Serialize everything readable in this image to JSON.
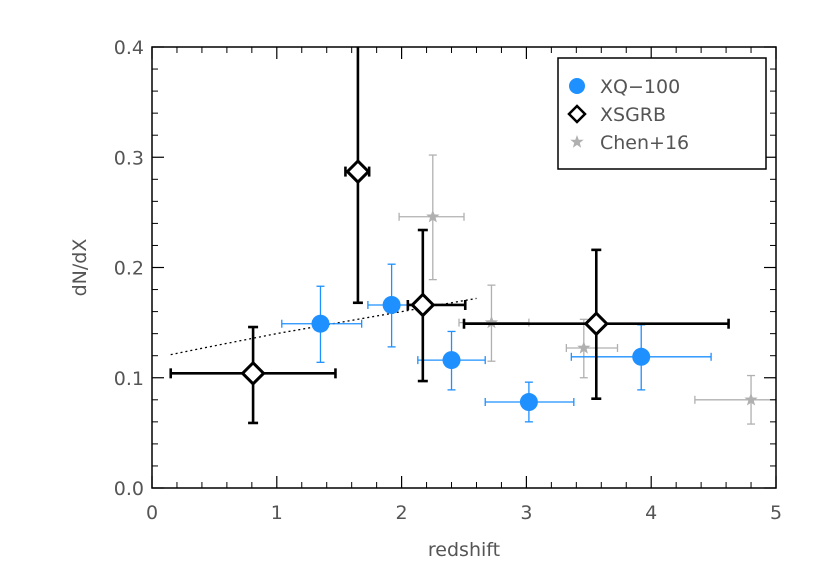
{
  "chart_data": {
    "type": "scatter",
    "xlabel": "redshift",
    "ylabel": "dN/dX",
    "xlim": [
      0,
      5
    ],
    "ylim": [
      0,
      0.4
    ],
    "xticks": [
      "0",
      "1",
      "2",
      "3",
      "4",
      "5"
    ],
    "yticks": [
      "0.0",
      "0.1",
      "0.2",
      "0.3",
      "0.4"
    ],
    "legend_position": "top-right",
    "series": [
      {
        "name": "XQ−100",
        "marker": "circle",
        "color": "#1e90ff",
        "points": [
          {
            "x": 1.35,
            "y": 0.149,
            "xerr": [
              0.31,
              0.33
            ],
            "yerr": [
              0.035,
              0.034
            ]
          },
          {
            "x": 1.92,
            "y": 0.166,
            "xerr": [
              0.19,
              0.13
            ],
            "yerr": [
              0.038,
              0.037
            ]
          },
          {
            "x": 2.4,
            "y": 0.116,
            "xerr": [
              0.27,
              0.27
            ],
            "yerr": [
              0.027,
              0.026
            ]
          },
          {
            "x": 3.02,
            "y": 0.078,
            "xerr": [
              0.35,
              0.36
            ],
            "yerr": [
              0.018,
              0.018
            ]
          },
          {
            "x": 3.92,
            "y": 0.119,
            "xerr": [
              0.56,
              0.56
            ],
            "yerr": [
              0.03,
              0.029
            ]
          }
        ]
      },
      {
        "name": "XSGRB",
        "marker": "diamond",
        "color": "#000000",
        "points": [
          {
            "x": 0.81,
            "y": 0.104,
            "xerr": [
              0.66,
              0.66
            ],
            "yerr": [
              0.045,
              0.042
            ]
          },
          {
            "x": 1.65,
            "y": 0.287,
            "xerr": [
              0.1,
              0.09
            ],
            "yerr": [
              0.119,
              0.2
            ]
          },
          {
            "x": 2.17,
            "y": 0.166,
            "xerr": [
              0.12,
              0.34
            ],
            "yerr": [
              0.069,
              0.068
            ]
          },
          {
            "x": 3.56,
            "y": 0.149,
            "xerr": [
              1.06,
              1.06
            ],
            "yerr": [
              0.068,
              0.067
            ]
          }
        ]
      },
      {
        "name": "Chen+16",
        "marker": "star",
        "color": "#b0b0b0",
        "points": [
          {
            "x": 2.25,
            "y": 0.246,
            "xerr": [
              0.27,
              0.25
            ],
            "yerr": [
              0.057,
              0.056
            ]
          },
          {
            "x": 2.72,
            "y": 0.15,
            "xerr": [
              0.26,
              0.3
            ],
            "yerr": [
              0.035,
              0.034
            ]
          },
          {
            "x": 3.46,
            "y": 0.127,
            "xerr": [
              0.14,
              0.27
            ],
            "yerr": [
              0.027,
              0.026
            ]
          },
          {
            "x": 4.8,
            "y": 0.08,
            "xerr": [
              0.45,
              0.2
            ],
            "yerr": [
              0.022,
              0.022
            ]
          }
        ]
      }
    ],
    "fit_line": {
      "style": "dotted",
      "color": "#000000",
      "points": [
        [
          0.15,
          0.121
        ],
        [
          0.5,
          0.129
        ],
        [
          1.0,
          0.14
        ],
        [
          1.5,
          0.15
        ],
        [
          2.0,
          0.16
        ],
        [
          2.6,
          0.172
        ]
      ]
    }
  }
}
